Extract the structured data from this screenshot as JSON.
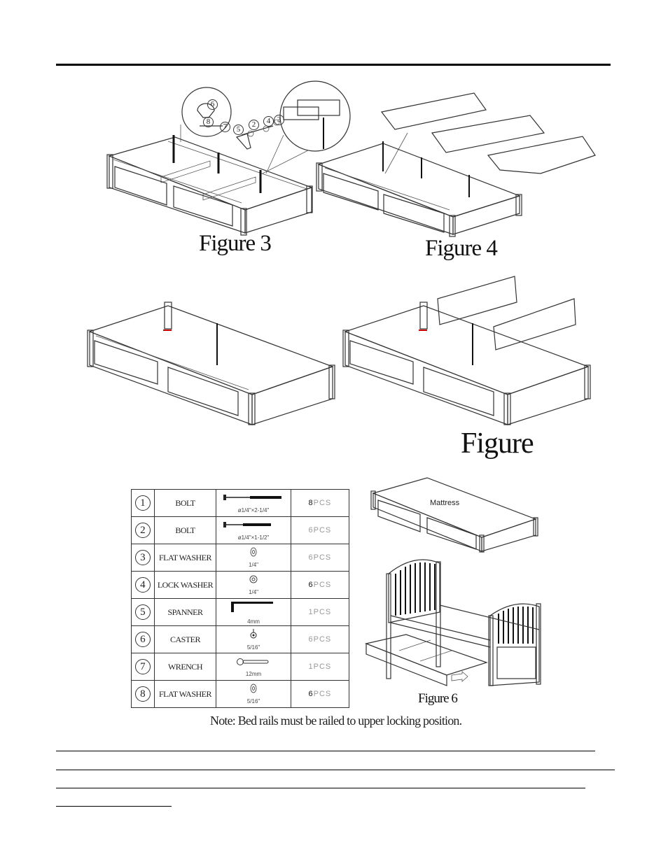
{
  "figures": {
    "fig3": "Figure 3",
    "fig4": "Figure 4",
    "fig5": "Figure",
    "fig6": "Figure 6",
    "mattress": "Mattress",
    "callouts_fig3": [
      "6",
      "8",
      "7",
      "5",
      "2",
      "4",
      "3"
    ]
  },
  "parts_table": {
    "rows": [
      {
        "num": "1",
        "name": "BOLT",
        "spec": "ø1/4\"×2-1/4\"",
        "qty_n": "8",
        "qty_u": "PCS"
      },
      {
        "num": "2",
        "name": "BOLT",
        "spec": "ø1/4\"×1-1/2\"",
        "qty_n": "6",
        "qty_u": "PCS"
      },
      {
        "num": "3",
        "name": "FLAT WASHER",
        "spec": "1/4\"",
        "qty_n": "6",
        "qty_u": "PCS"
      },
      {
        "num": "4",
        "name": "LOCK WASHER",
        "spec": "1/4\"",
        "qty_n": "6",
        "qty_u": "PCS"
      },
      {
        "num": "5",
        "name": "SPANNER",
        "spec": "4mm",
        "qty_n": "1",
        "qty_u": "PCS"
      },
      {
        "num": "6",
        "name": "CASTER",
        "spec": "5/16\"",
        "qty_n": "6",
        "qty_u": "PCS"
      },
      {
        "num": "7",
        "name": "WRENCH",
        "spec": "12mm",
        "qty_n": "1",
        "qty_u": "PCS"
      },
      {
        "num": "8",
        "name": "FLAT WASHER",
        "spec": "5/16\"",
        "qty_n": "6",
        "qty_u": "PCS"
      }
    ]
  },
  "note": "Note: Bed rails must be railed to upper locking position."
}
